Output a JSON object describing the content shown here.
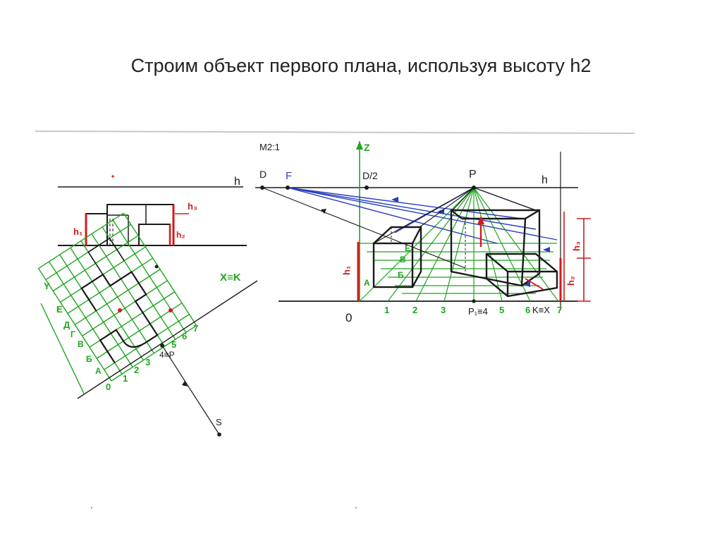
{
  "title": "Строим объект первого плана, используя высоту h2",
  "colors": {
    "ink": "#1a1a1a",
    "construction": "#1fa51f",
    "rays": "#2a3fbf",
    "heights": "#d41a1a"
  },
  "labels": {
    "scale": "M2:1",
    "horizon": "h",
    "point_d": "D",
    "point_f": "F",
    "point_d2": "D/2",
    "point_p": "P",
    "axis_z": "Z",
    "axis_y": "Y",
    "origin": "0",
    "p1": "P₁≡4",
    "k_x": "K≡X",
    "x_k": "X≡K",
    "p_plan": "4≡P",
    "s": "S",
    "h1": "h₁",
    "h2": "h₂",
    "h3": "h₃",
    "a": "A",
    "b": "Б",
    "v": "В",
    "g": "Г",
    "d": "Д",
    "e": "Е",
    "n1": "1",
    "n2": "2",
    "n3": "3",
    "n4": "4",
    "n5": "5",
    "n6": "6",
    "n7": "7"
  }
}
